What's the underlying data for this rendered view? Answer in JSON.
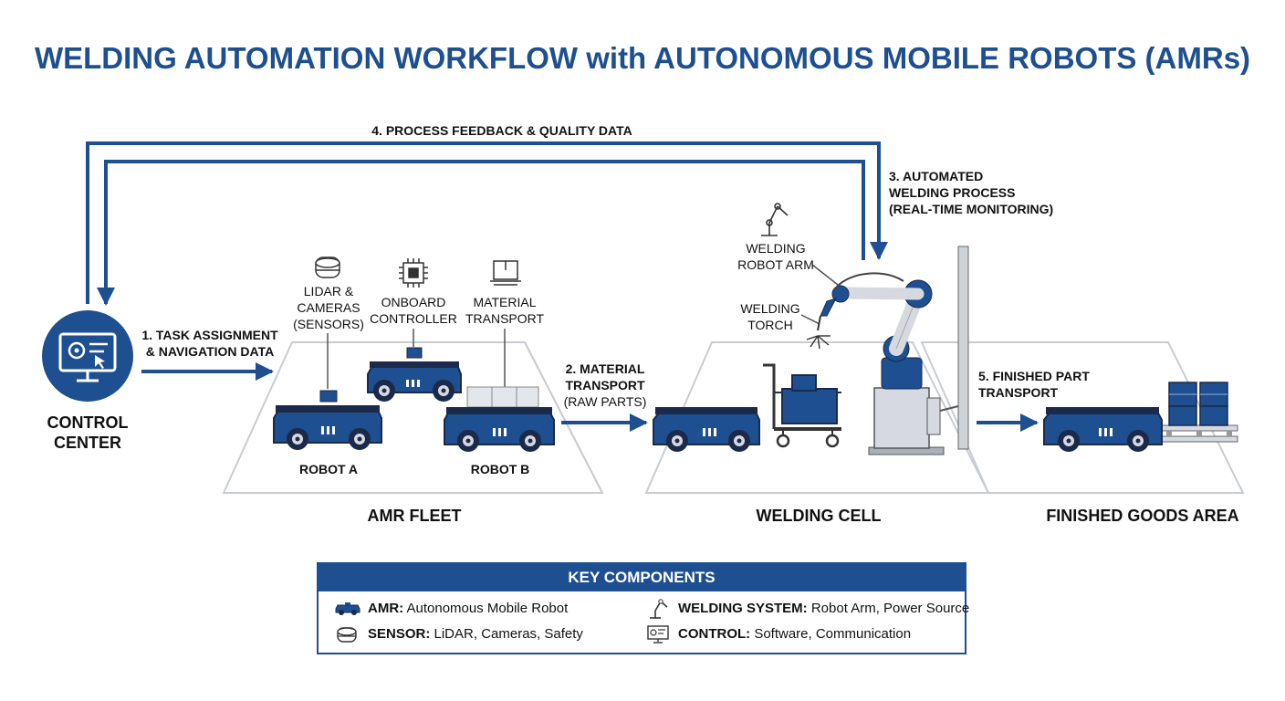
{
  "title": "WELDING AUTOMATION WORKFLOW with AUTONOMOUS MOBILE ROBOTS (AMRs)",
  "control_center": {
    "label": "CONTROL\nCENTER"
  },
  "flows": {
    "task": "1. TASK ASSIGNMENT\n& NAVIGATION DATA",
    "material_bold": "2. MATERIAL\nTRANSPORT",
    "material_note": "(RAW PARTS)",
    "welding": "3. AUTOMATED\nWELDING PROCESS\n(REAL-TIME MONITORING)",
    "feedback": "4. PROCESS FEEDBACK & QUALITY DATA",
    "finished": "5. FINISHED PART\nTRANSPORT"
  },
  "callouts": {
    "sensors": "LIDAR &\nCAMERAS\n(SENSORS)",
    "controller": "ONBOARD\nCONTROLLER",
    "transport": "MATERIAL\nTRANSPORT",
    "arm": "WELDING\nROBOT ARM",
    "torch": "WELDING\nTORCH"
  },
  "robots": {
    "a": "ROBOT A",
    "b": "ROBOT B"
  },
  "zones": {
    "fleet": "AMR FLEET",
    "cell": "WELDING CELL",
    "goods": "FINISHED GOODS AREA"
  },
  "key": {
    "heading": "KEY COMPONENTS",
    "items": [
      {
        "term": "AMR:",
        "desc": " Autonomous Mobile Robot",
        "icon": "amr-icon"
      },
      {
        "term": "SENSOR:",
        "desc": " LiDAR, Cameras, Safety",
        "icon": "sensor-icon"
      },
      {
        "term": "WELDING SYSTEM:",
        "desc": " Robot Arm, Power Source",
        "icon": "robot-arm-icon"
      },
      {
        "term": "CONTROL:",
        "desc": " Software, Communication",
        "icon": "control-monitor-icon"
      }
    ]
  },
  "colors": {
    "primary": "#1e4f91",
    "dark": "#1b2a4a",
    "floor": "#c9ccd1",
    "metal": "#d6dae0"
  }
}
